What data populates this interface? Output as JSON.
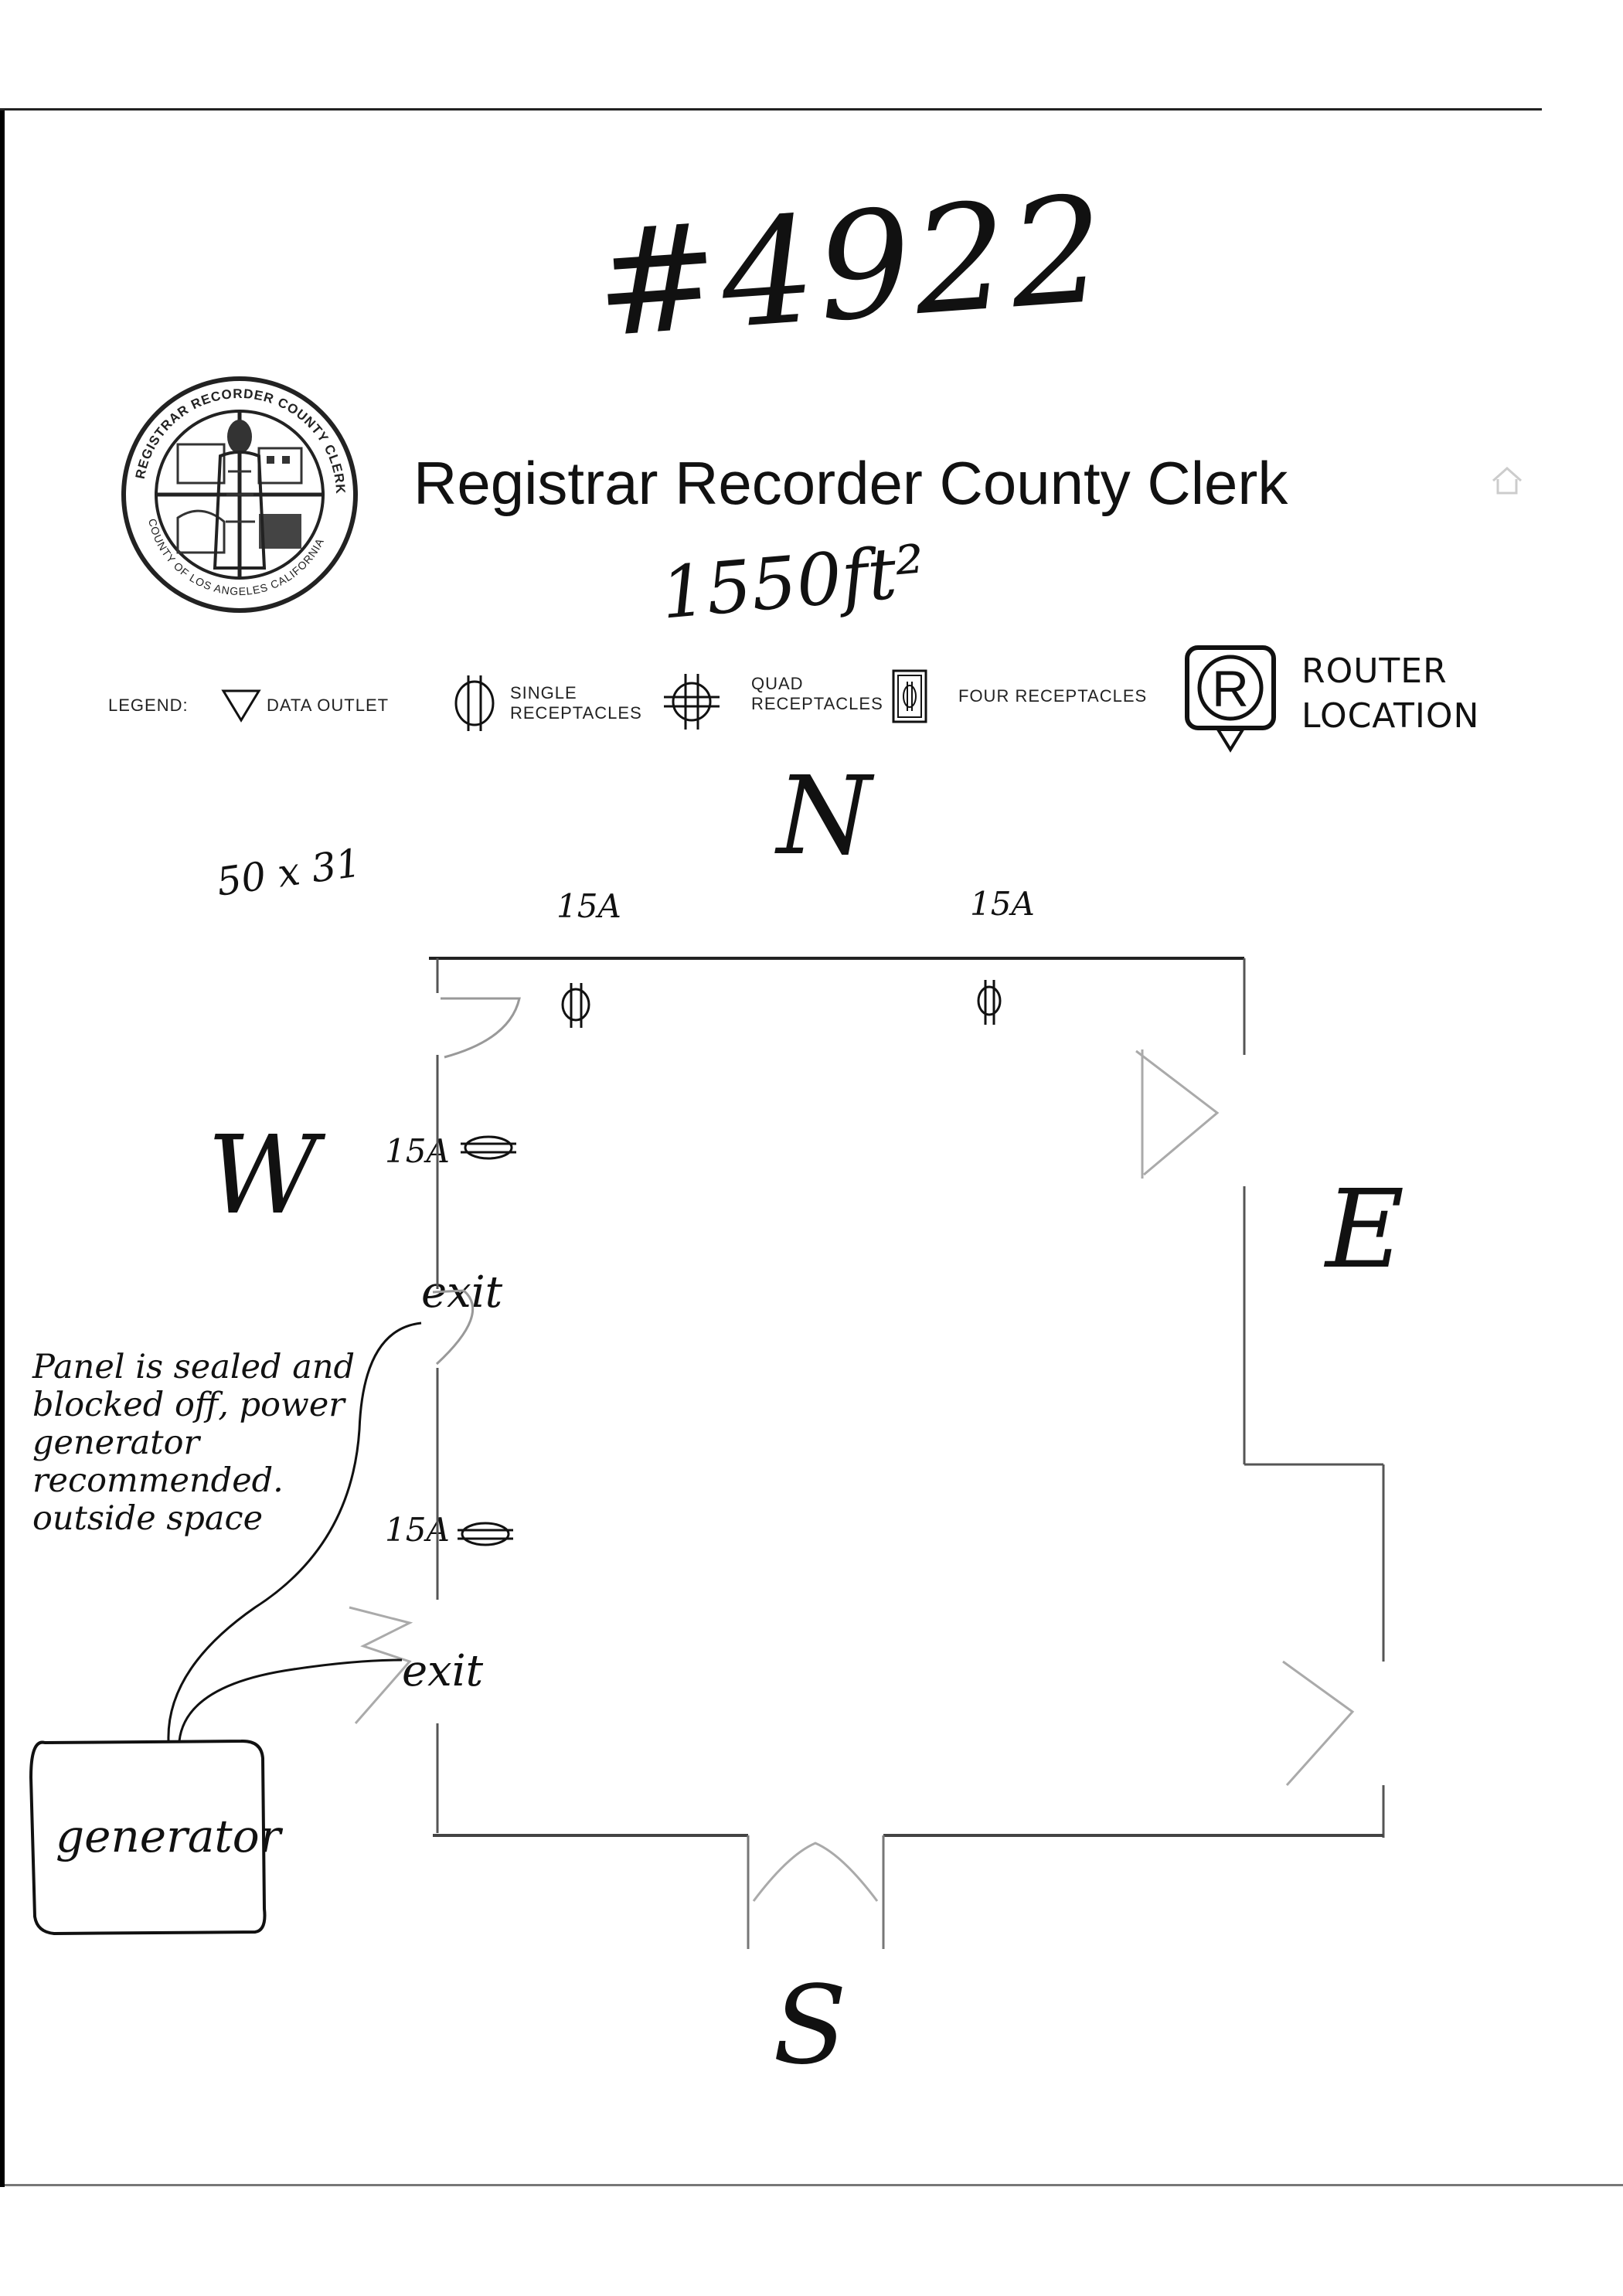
{
  "header": {
    "title_number": "#4922",
    "org_name": "Registrar Recorder County Clerk",
    "area": "1550ft²",
    "dimensions": "50 x 31"
  },
  "seal": {
    "text_top": "REGISTRAR RECORDER COUNTY CLERK",
    "text_bottom": "COUNTY OF LOS ANGELES CALIFORNIA"
  },
  "legend": {
    "title": "LEGEND:",
    "data_outlet": "DATA OUTLET",
    "single_receptacles": "SINGLE RECEPTACLES",
    "quad_receptacles": "QUAD RECEPTACLES",
    "four_receptacles": "FOUR RECEPTACLES",
    "router_symbol": "R",
    "router_location": "ROUTER LOCATION"
  },
  "compass": {
    "north": "N",
    "west": "W",
    "east": "E",
    "south": "S"
  },
  "plan_labels": {
    "amp_north_1": "15A",
    "amp_north_2": "15A",
    "amp_west_1": "15A",
    "amp_west_2": "15A",
    "exit_1": "exit",
    "exit_2": "exit",
    "generator": "generator"
  },
  "note": {
    "panel_note": "Panel is sealed and blocked off, power generator recommended. outside space"
  },
  "colors": {
    "ink": "#111111",
    "pencil": "#8a8a8a",
    "paper": "#ffffff"
  }
}
